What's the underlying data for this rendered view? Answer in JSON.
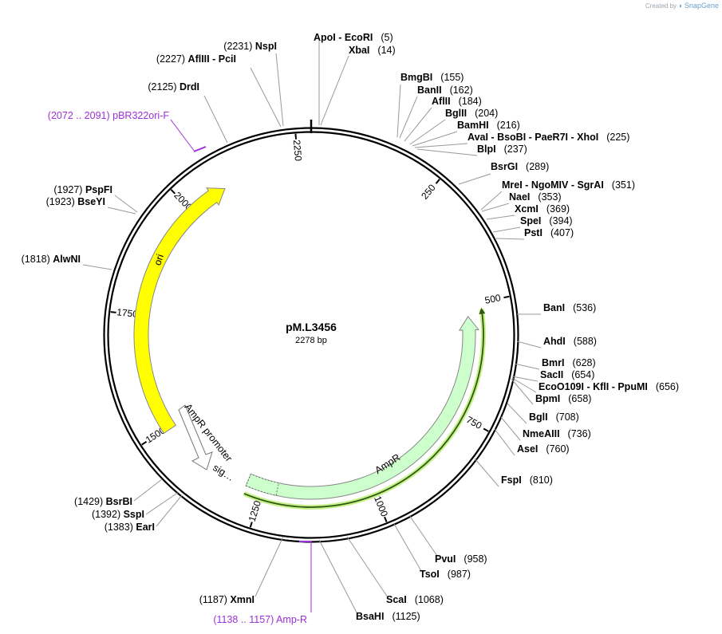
{
  "credit": {
    "prefix": "Created by",
    "brand": "SnapGene"
  },
  "plasmid": {
    "name": "pM.L3456",
    "length_label": "2278 bp",
    "length": 2278
  },
  "ticks": [
    {
      "pos": 250,
      "label": "250"
    },
    {
      "pos": 500,
      "label": "500"
    },
    {
      "pos": 750,
      "label": "750"
    },
    {
      "pos": 1000,
      "label": "1000"
    },
    {
      "pos": 1250,
      "label": "1250"
    },
    {
      "pos": 1500,
      "label": "1500"
    },
    {
      "pos": 1750,
      "label": "1750"
    },
    {
      "pos": 2000,
      "label": "2000"
    },
    {
      "pos": 2250,
      "label": "2250"
    }
  ],
  "features": [
    {
      "name": "ori",
      "start": 1495,
      "end": 2085,
      "direction": "cw",
      "color": "#ffff00",
      "stroke": "#888888",
      "label": "ori"
    },
    {
      "name": "AmpR",
      "start": 1287,
      "end": 527,
      "direction": "ccw",
      "color": "#ccffcc",
      "stroke": "#888888",
      "label": "AmpR",
      "sig_label": "sig…"
    },
    {
      "name": "AmpR promoter",
      "start": 1484,
      "end": 1413,
      "direction": "ccw",
      "color": "#ffffff",
      "stroke": "#777777",
      "label": "AmpR promoter"
    }
  ],
  "primers": [
    {
      "label": "pBR322ori-F",
      "range": "(2072 .. 2091)"
    },
    {
      "label": "Amp-R",
      "range": "(1138 .. 1157)"
    }
  ],
  "sites": [
    {
      "names": [
        "ApoI",
        "EcoRI"
      ],
      "pos": "(5)"
    },
    {
      "names": [
        "XbaI"
      ],
      "pos": "(14)"
    },
    {
      "names": [
        "BmgBI"
      ],
      "pos": "(155)"
    },
    {
      "names": [
        "BanII"
      ],
      "pos": "(162)"
    },
    {
      "names": [
        "AflII"
      ],
      "pos": "(184)"
    },
    {
      "names": [
        "BglII"
      ],
      "pos": "(204)"
    },
    {
      "names": [
        "BamHI"
      ],
      "pos": "(216)"
    },
    {
      "names": [
        "AvaI",
        "BsoBI",
        "PaeR7I",
        "XhoI"
      ],
      "pos": "(225)"
    },
    {
      "names": [
        "BlpI"
      ],
      "pos": "(237)"
    },
    {
      "names": [
        "BsrGI"
      ],
      "pos": "(289)"
    },
    {
      "names": [
        "MreI",
        "NgoMIV",
        "SgrAI"
      ],
      "pos": "(351)"
    },
    {
      "names": [
        "NaeI"
      ],
      "pos": "(353)"
    },
    {
      "names": [
        "XcmI"
      ],
      "pos": "(369)"
    },
    {
      "names": [
        "SpeI"
      ],
      "pos": "(394)"
    },
    {
      "names": [
        "PstI"
      ],
      "pos": "(407)"
    },
    {
      "names": [
        "BanI"
      ],
      "pos": "(536)"
    },
    {
      "names": [
        "AhdI"
      ],
      "pos": "(588)"
    },
    {
      "names": [
        "BmrI"
      ],
      "pos": "(628)"
    },
    {
      "names": [
        "SacII"
      ],
      "pos": "(654)"
    },
    {
      "names": [
        "EcoO109I",
        "KflI",
        "PpuMI"
      ],
      "pos": "(656)"
    },
    {
      "names": [
        "BpmI"
      ],
      "pos": "(658)"
    },
    {
      "names": [
        "BglI"
      ],
      "pos": "(708)"
    },
    {
      "names": [
        "NmeAIII"
      ],
      "pos": "(736)"
    },
    {
      "names": [
        "AseI"
      ],
      "pos": "(760)"
    },
    {
      "names": [
        "FspI"
      ],
      "pos": "(810)"
    },
    {
      "names": [
        "PvuI"
      ],
      "pos": "(958)"
    },
    {
      "names": [
        "TsoI"
      ],
      "pos": "(987)"
    },
    {
      "names": [
        "ScaI"
      ],
      "pos": "(1068)"
    },
    {
      "names": [
        "BsaHI"
      ],
      "pos": "(1125)"
    },
    {
      "names": [
        "XmnI"
      ],
      "pos": "(1187)"
    },
    {
      "names": [
        "EarI"
      ],
      "pos": "(1383)"
    },
    {
      "names": [
        "SspI"
      ],
      "pos": "(1392)"
    },
    {
      "names": [
        "BsrBI"
      ],
      "pos": "(1429)"
    },
    {
      "names": [
        "AlwNI"
      ],
      "pos": "(1818)"
    },
    {
      "names": [
        "BseYI"
      ],
      "pos": "(1923)"
    },
    {
      "names": [
        "PspFI"
      ],
      "pos": "(1927)"
    },
    {
      "names": [
        "DrdI"
      ],
      "pos": "(2125)"
    },
    {
      "names": [
        "AflIII",
        "PciI"
      ],
      "pos": "(2227)"
    },
    {
      "names": [
        "NspI"
      ],
      "pos": "(2231)"
    }
  ]
}
